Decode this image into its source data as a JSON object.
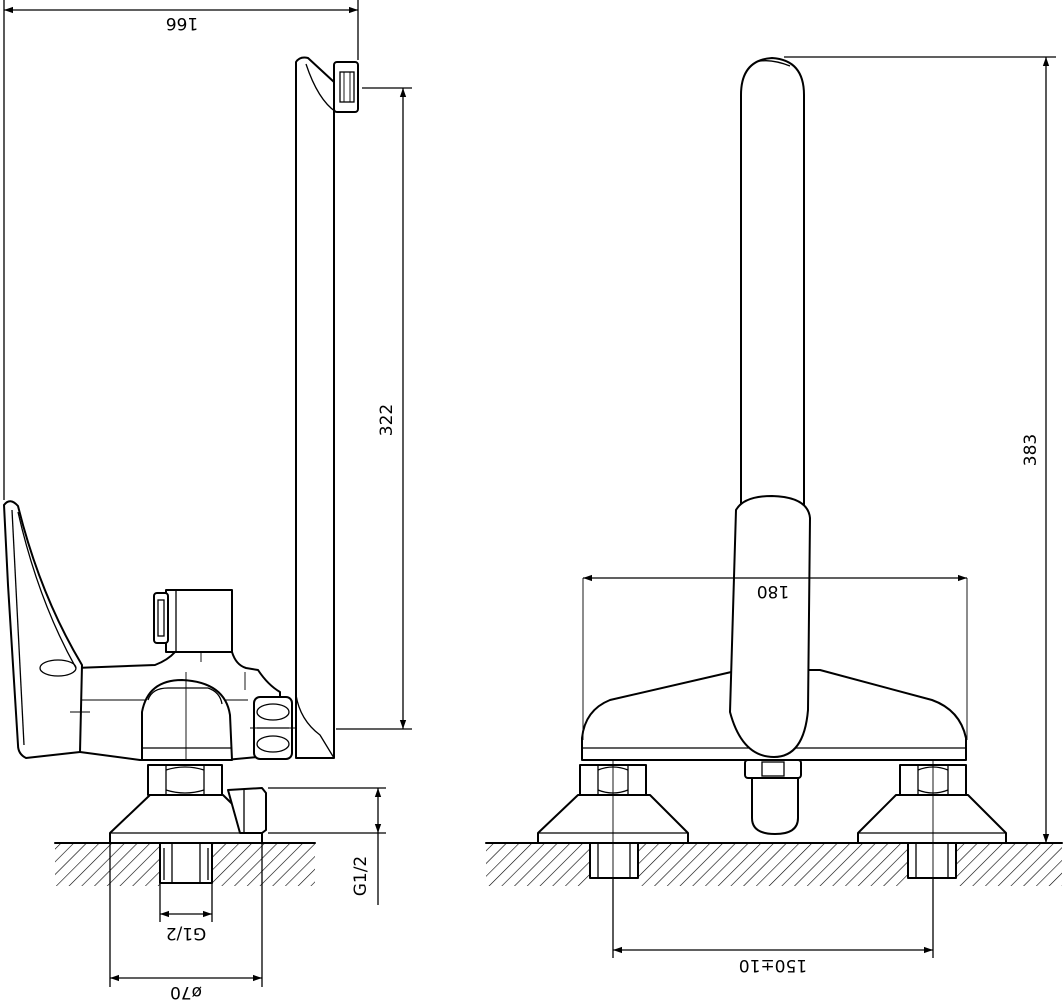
{
  "dimensions": {
    "total_width": "166",
    "spout_height": "322",
    "total_height": "383",
    "handle_width": "180",
    "thread_vertical": "G1/2",
    "thread_horizontal": "G1/2",
    "flange_diameter": "ø70",
    "center_distance": "150±10"
  }
}
